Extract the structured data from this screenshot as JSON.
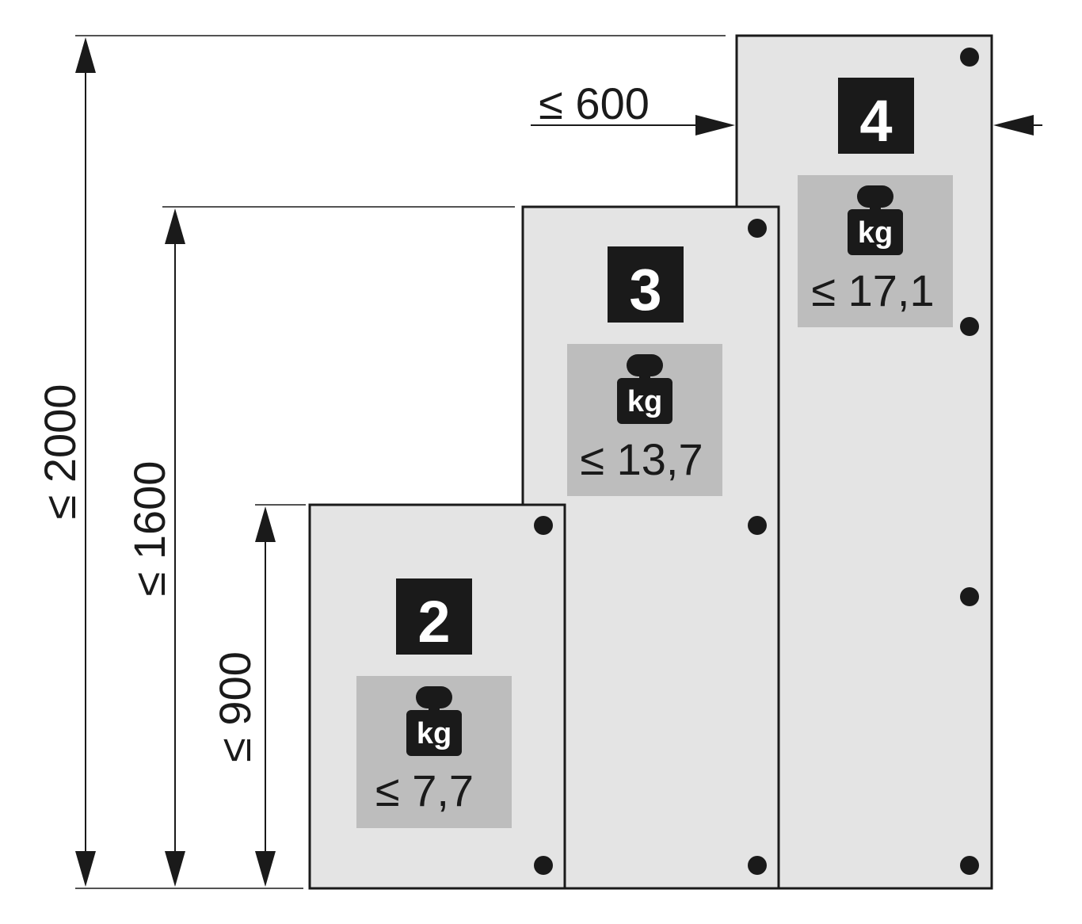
{
  "panels": [
    {
      "number": "2",
      "weight_label": "≤ 7,7",
      "unit": "kg"
    },
    {
      "number": "3",
      "weight_label": "≤ 13,7",
      "unit": "kg"
    },
    {
      "number": "4",
      "weight_label": "≤ 17,1",
      "unit": "kg"
    }
  ],
  "dimensions": {
    "height_900": "≤ 900",
    "height_1600": "≤ 1600",
    "height_2000": "≤ 2000",
    "width_600": "≤ 600"
  },
  "colors": {
    "panel_fill": "#e4e4e4",
    "weight_box": "#bdbdbd",
    "label_bg": "#1a1a1a",
    "line": "#1a1a1a"
  },
  "icons": {
    "weight": "kg-weight-icon",
    "hole": "mounting-hole"
  }
}
